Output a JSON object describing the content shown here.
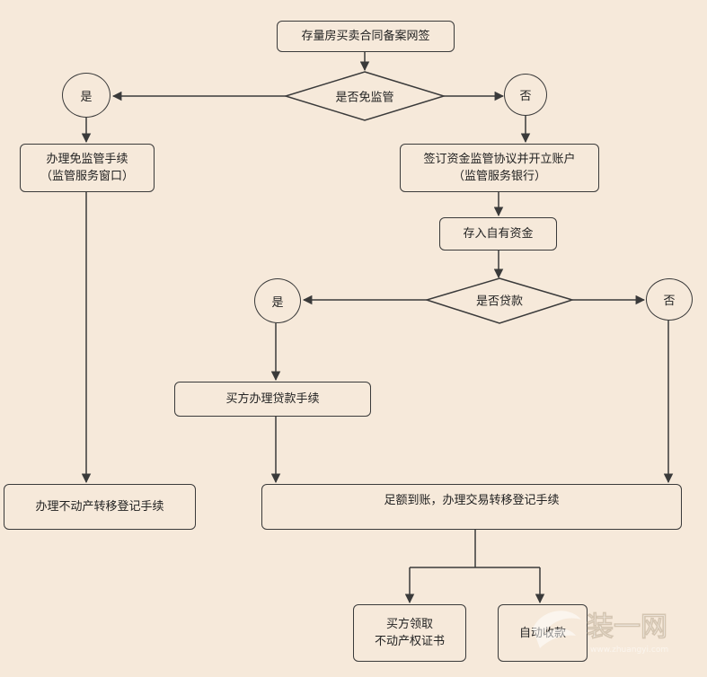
{
  "nodes": {
    "start": "存量房买卖合同备案网签",
    "decision_exempt": "是否免监管",
    "yes_1": "是",
    "no_1": "否",
    "exempt_procedure": [
      "办理免监管手续",
      "（监管服务窗口）"
    ],
    "sign_agreement": [
      "签订资金监管协议并开立账户",
      "（监管服务银行）"
    ],
    "deposit_funds": "存入自有资金",
    "decision_loan": "是否贷款",
    "yes_2": "是",
    "no_2": "否",
    "loan_procedure": "买方办理贷款手续",
    "transfer_registration_left": "办理不动产转移登记手续",
    "transfer_registration_main": "足额到账，办理交易转移登记手续",
    "buyer_certificate": [
      "买方领取",
      "不动产权证书"
    ],
    "auto_collection": "自动收款"
  },
  "watermark": {
    "brand": "装一网",
    "url": "www.zhuangyi.com"
  },
  "colors": {
    "background": "#f6e9da",
    "line": "#3a3a3a"
  }
}
